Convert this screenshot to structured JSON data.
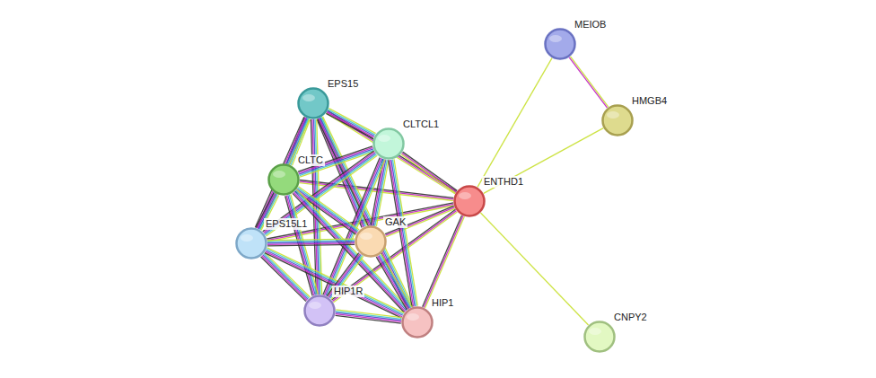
{
  "diagram": {
    "nodes": [
      {
        "text": [
          "MEIOB"
        ]
      },
      {
        "text": [
          "EPS15"
        ]
      },
      {
        "text": [
          "HMGB4"
        ]
      },
      {
        "text": [
          "CLTCL1"
        ]
      },
      {
        "text": [
          "CLTC"
        ]
      },
      {
        "text": [
          "ENTHD1"
        ]
      },
      {
        "text": [
          "EPS15L1"
        ]
      },
      {
        "text": [
          "GAK"
        ]
      },
      {
        "text": [
          "HIP1R"
        ]
      },
      {
        "text": [
          "HIP1"
        ]
      },
      {
        "text": [
          "CNPY2"
        ]
      }
    ],
    "edges": [
      {
        "from": 5,
        "to": 0,
        "arrow": "none"
      },
      {
        "from": 5,
        "to": 2,
        "arrow": "none"
      },
      {
        "from": 0,
        "to": 2,
        "arrow": "none"
      },
      {
        "from": 5,
        "to": 10,
        "arrow": "none"
      },
      {
        "from": 5,
        "to": 1,
        "arrow": "none"
      },
      {
        "from": 5,
        "to": 3,
        "arrow": "none"
      },
      {
        "from": 5,
        "to": 4,
        "arrow": "none"
      },
      {
        "from": 5,
        "to": 6,
        "arrow": "none"
      },
      {
        "from": 5,
        "to": 7,
        "arrow": "none"
      },
      {
        "from": 5,
        "to": 8,
        "arrow": "none"
      },
      {
        "from": 5,
        "to": 9,
        "arrow": "none"
      },
      {
        "from": 1,
        "to": 3,
        "arrow": "none"
      },
      {
        "from": 1,
        "to": 4,
        "arrow": "none"
      },
      {
        "from": 1,
        "to": 6,
        "arrow": "none"
      },
      {
        "from": 1,
        "to": 7,
        "arrow": "none"
      },
      {
        "from": 1,
        "to": 8,
        "arrow": "none"
      },
      {
        "from": 1,
        "to": 9,
        "arrow": "none"
      },
      {
        "from": 3,
        "to": 4,
        "arrow": "none"
      },
      {
        "from": 3,
        "to": 6,
        "arrow": "none"
      },
      {
        "from": 3,
        "to": 7,
        "arrow": "none"
      },
      {
        "from": 3,
        "to": 8,
        "arrow": "none"
      },
      {
        "from": 3,
        "to": 9,
        "arrow": "none"
      },
      {
        "from": 4,
        "to": 6,
        "arrow": "none"
      },
      {
        "from": 4,
        "to": 7,
        "arrow": "none"
      },
      {
        "from": 4,
        "to": 8,
        "arrow": "none"
      },
      {
        "from": 4,
        "to": 9,
        "arrow": "none"
      },
      {
        "from": 6,
        "to": 7,
        "arrow": "none"
      },
      {
        "from": 6,
        "to": 8,
        "arrow": "none"
      },
      {
        "from": 6,
        "to": 9,
        "arrow": "none"
      },
      {
        "from": 7,
        "to": 8,
        "arrow": "none"
      },
      {
        "from": 7,
        "to": 9,
        "arrow": "none"
      },
      {
        "from": 8,
        "to": 9,
        "arrow": "none"
      }
    ]
  }
}
